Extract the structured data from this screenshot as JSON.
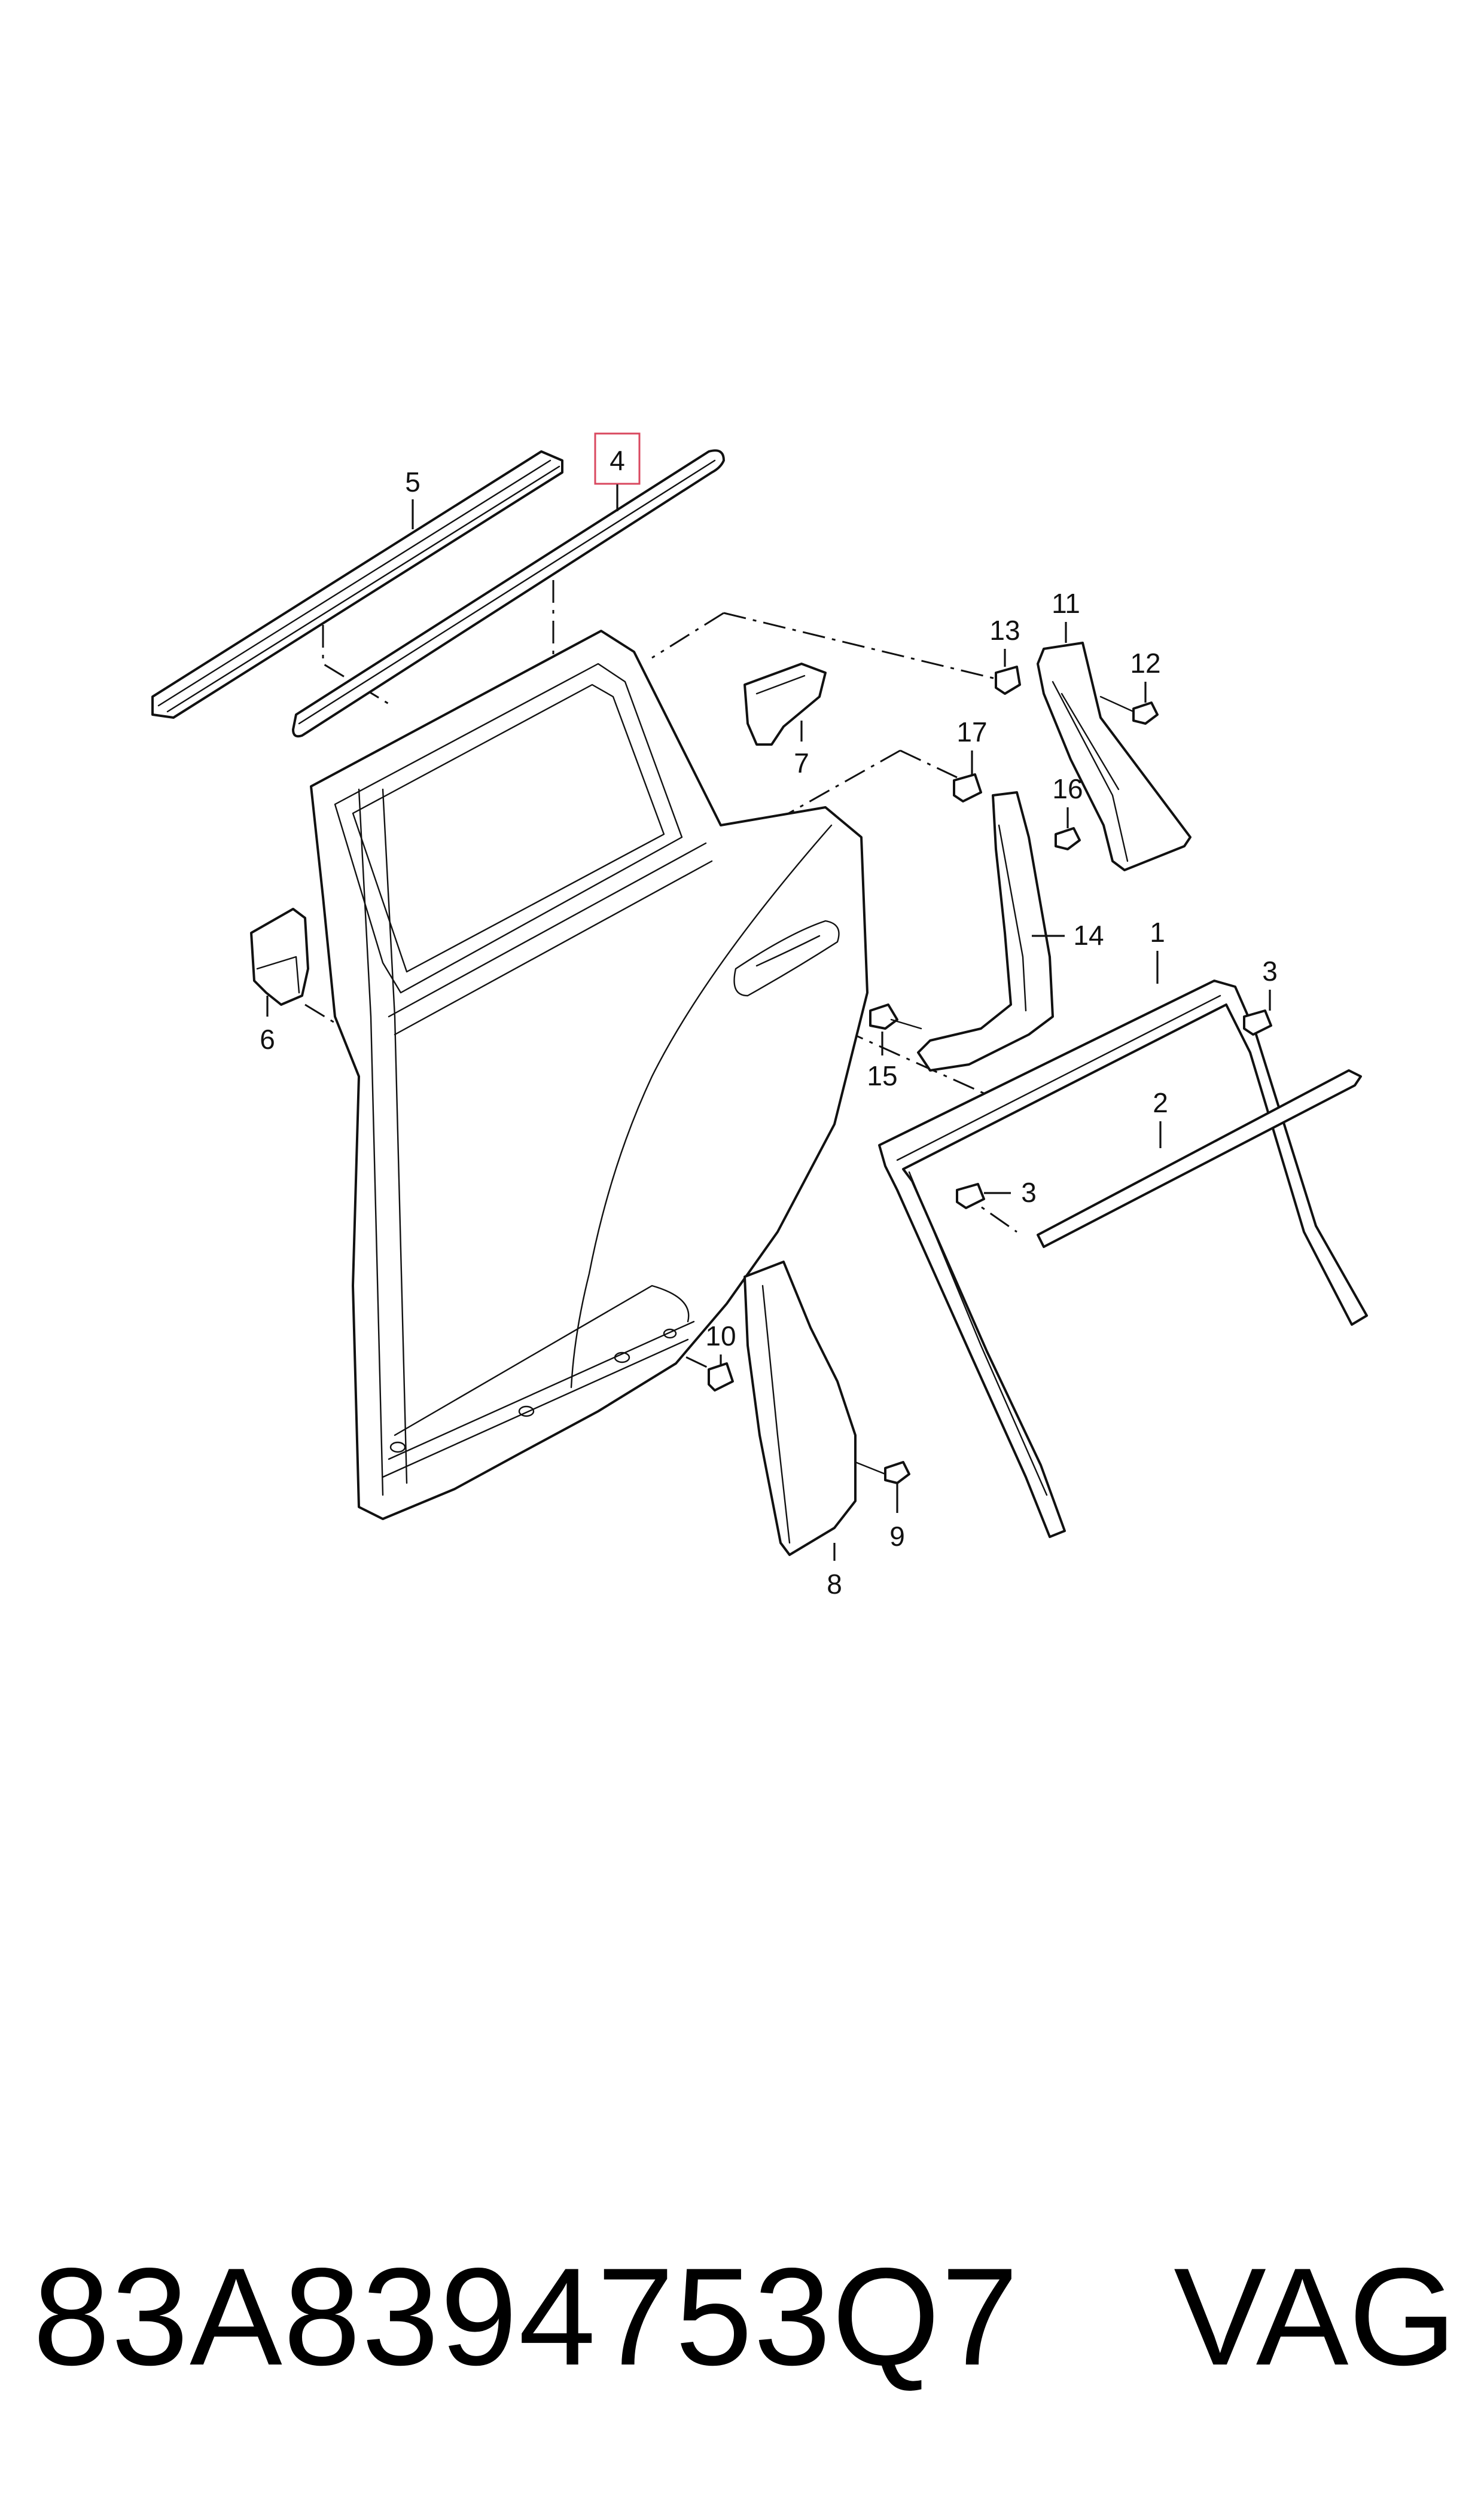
{
  "callouts": {
    "c1": "1",
    "c2": "2",
    "c3a": "3",
    "c3b": "3",
    "c4": "4",
    "c5": "5",
    "c6": "6",
    "c7": "7",
    "c8": "8",
    "c9": "9",
    "c10": "10",
    "c11": "11",
    "c12": "12",
    "c13": "13",
    "c14": "14",
    "c15": "15",
    "c16": "16",
    "c17": "17"
  },
  "highlighted_callout": "4",
  "highlight_color": "#d9485f",
  "footer": {
    "part_number": "83A8394753Q7",
    "brand": "VAG"
  }
}
